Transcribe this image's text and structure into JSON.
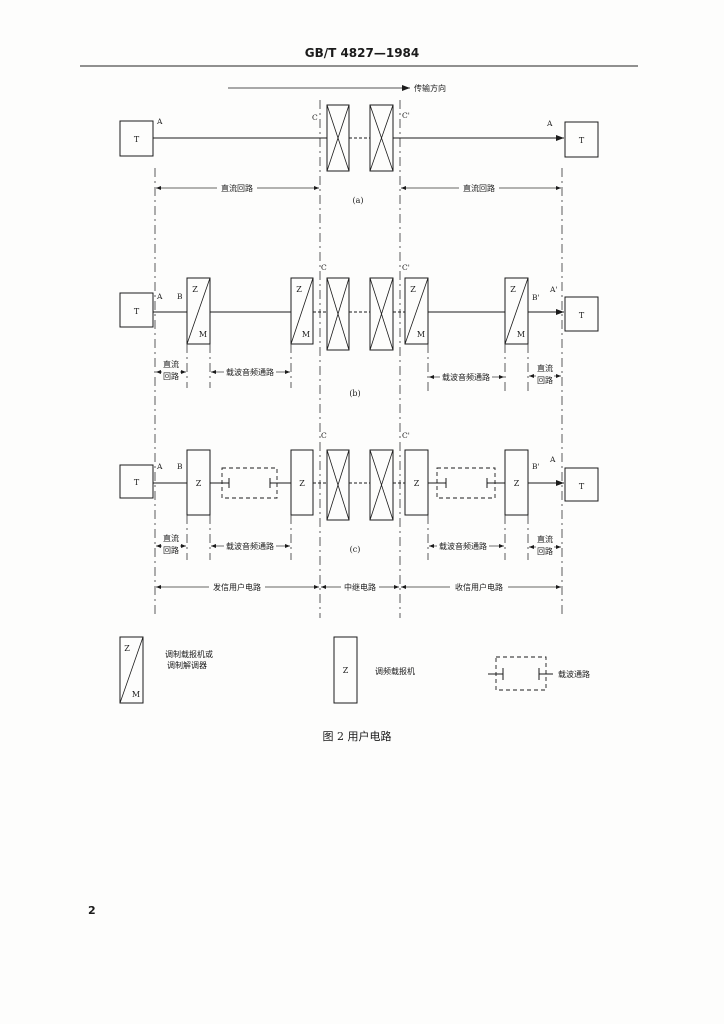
{
  "header": {
    "standard_code": "GB/T  4827—1984"
  },
  "figure": {
    "direction_label": "传输方向",
    "terminal_label": "T",
    "modem_labels": {
      "top": "Z",
      "bottom": "M"
    },
    "fm_telegraph_label": "Z",
    "panel_a": {
      "left_a": "A",
      "c": "C",
      "c_prime": "C'",
      "right_a": "A",
      "left_span": "直流回路",
      "right_span": "直流回路",
      "tag": "(a)"
    },
    "panel_b": {
      "left_a": "A",
      "left_b": "B",
      "c": "C",
      "c_prime": "C'",
      "right_b": "B'",
      "right_a": "A'",
      "left_dc": [
        "直流",
        "回路"
      ],
      "left_audio": "载波音频通路",
      "right_audio": "载波音频通路",
      "right_dc": [
        "直流",
        "回路"
      ],
      "tag": "(b)"
    },
    "panel_c": {
      "left_a": "A",
      "left_b": "B",
      "c": "C",
      "c_prime": "C'",
      "right_b": "B'",
      "right_a": "A",
      "left_dc": [
        "直流",
        "回路"
      ],
      "left_audio": "载波音频通路",
      "right_audio": "载波音频通路",
      "right_dc": [
        "直流",
        "回路"
      ],
      "tag": "(c)"
    },
    "sections": {
      "sending": "发信用户电路",
      "relay": "中继电路",
      "receiving": "收信用户电路"
    },
    "legend": {
      "modem": [
        "调制载报机或",
        "调制解调器"
      ],
      "fm_telegraph": "调频载报机",
      "carrier_channel": "载波通路"
    }
  },
  "caption": "图 2  用户电路",
  "page_number": "2"
}
